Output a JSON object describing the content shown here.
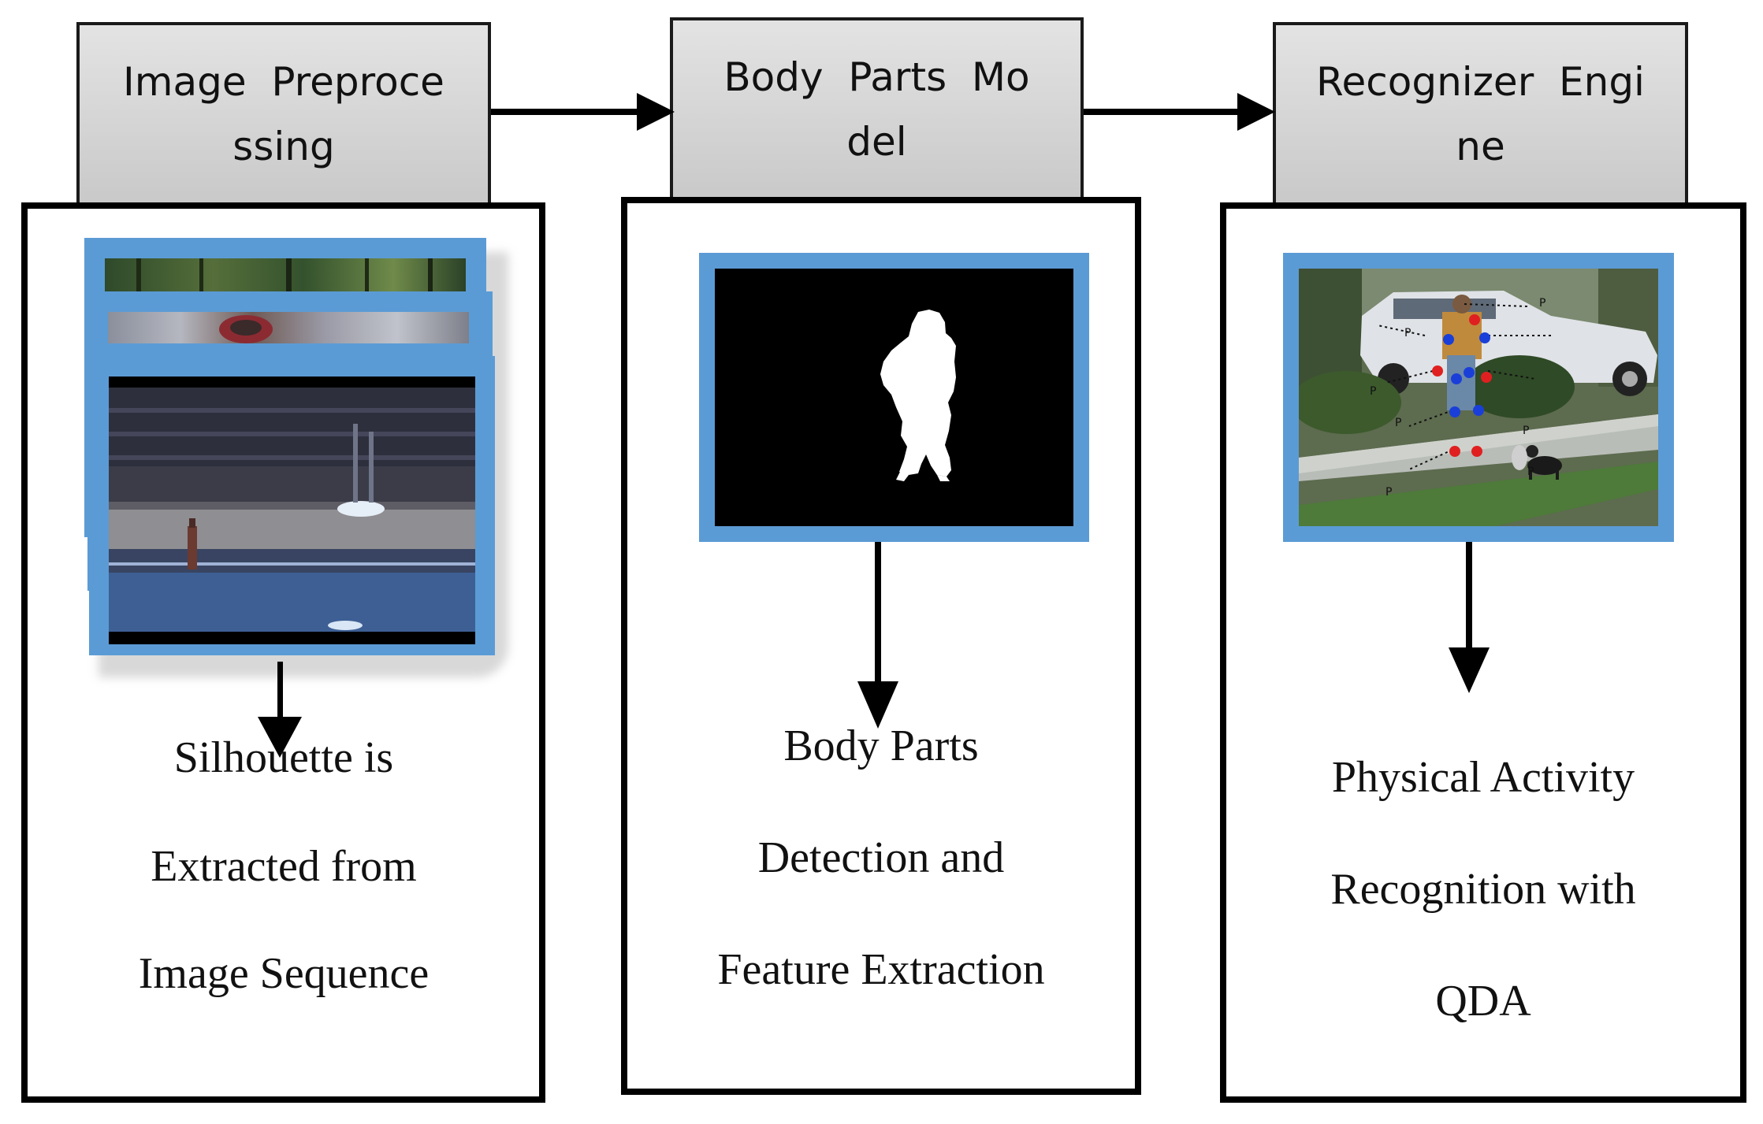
{
  "stages": [
    {
      "header_lines": [
        "Image  Preproce",
        "ssing"
      ],
      "caption_lines": [
        "Silhouette is",
        "Extracted from",
        "Image Sequence"
      ]
    },
    {
      "header_lines": [
        "Body  Parts  Mo",
        "del"
      ],
      "caption_lines": [
        "Body Parts",
        "Detection and",
        "Feature Extraction"
      ]
    },
    {
      "header_lines": [
        "Recognizer  Engi",
        "ne"
      ],
      "caption_lines": [
        "Physical Activity",
        "Recognition with",
        "QDA"
      ]
    }
  ],
  "colors": {
    "frame_blue": "#5b9bd5",
    "header_gray": "#d0d0d0",
    "joint_red": "#e02020",
    "joint_blue": "#1a3fd8"
  }
}
